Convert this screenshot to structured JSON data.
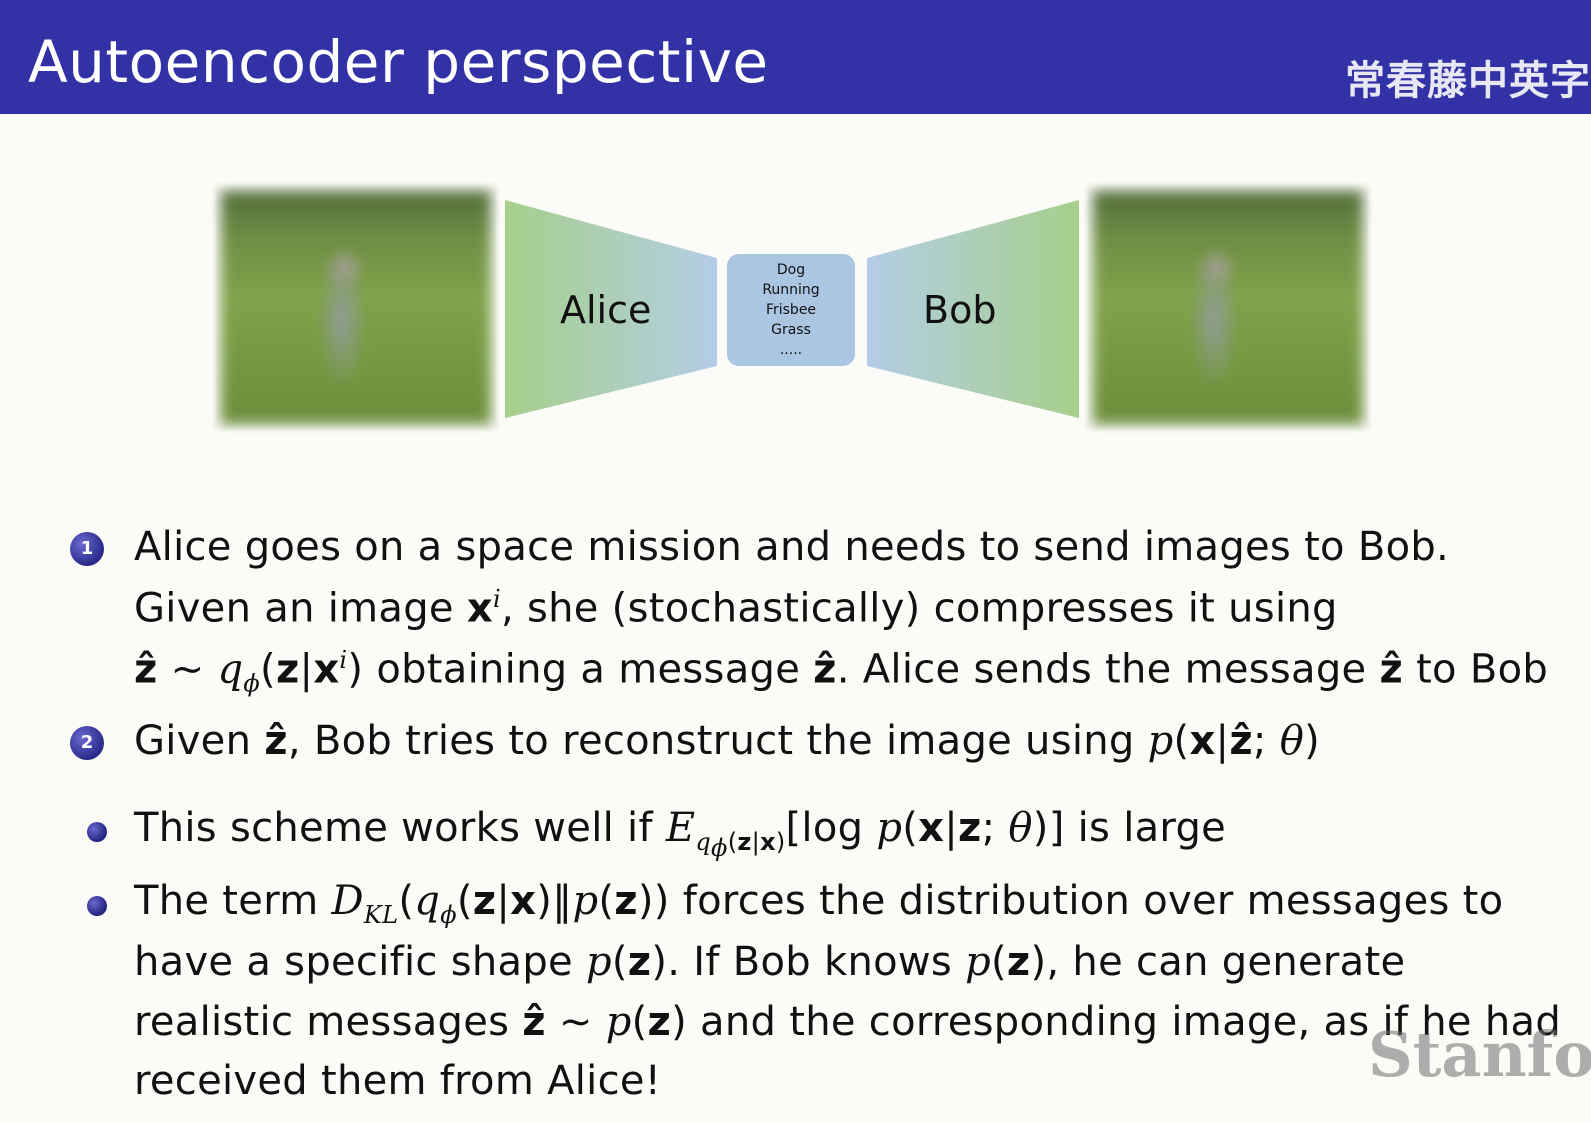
{
  "header": {
    "title": "Autoencoder perspective",
    "watermark": "常春藤中英字"
  },
  "diagram": {
    "encoder_label": "Alice",
    "decoder_label": "Bob",
    "message_words": [
      "Dog",
      "Running",
      "Frisbee",
      "Grass",
      "....."
    ],
    "colors": {
      "trapezoid_green": "#a6cf8a",
      "trapezoid_blue": "#b4cde6",
      "message_box": "#aac6e2",
      "header": "#3232a6"
    }
  },
  "steps": [
    {
      "number": "1"
    },
    {
      "number": "2"
    }
  ],
  "footer_watermark": "Stanfo"
}
